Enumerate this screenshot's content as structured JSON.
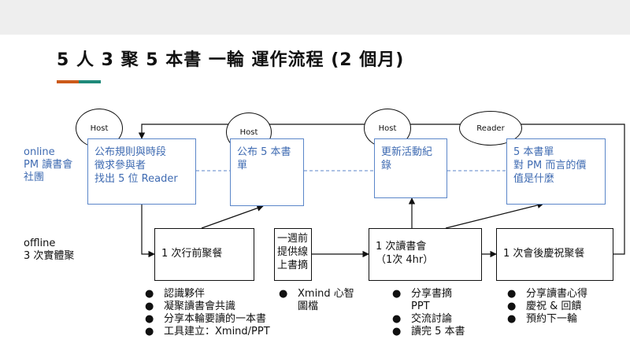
{
  "title": "5 人 3 聚 5 本書 一輪 運作流程 (2 個月)",
  "lanes": {
    "online": "online\nPM 讀書會\n社團",
    "offline": "offline\n3 次實體聚"
  },
  "ellipses": [
    "Host",
    "Host",
    "Host",
    "Reader"
  ],
  "online_boxes": [
    "公布規則與時段\n徵求參與者\n找出 5 位 Reader",
    "公布 5 本書\n單",
    "更新活動紀\n錄",
    "5 本書單\n對 PM 而言的價\n值是什麼"
  ],
  "offline_boxes": [
    "1 次行前聚餐",
    "一週前\n提供線\n上書摘",
    "1 次讀書會\n（1次 4hr）",
    "1 次會後慶祝聚餐"
  ],
  "bullet_dot": "●",
  "bullets": {
    "group1": [
      "認識夥伴",
      "凝聚讀書會共識",
      "分享本輪要讀的一本書",
      "工具建立：Xmind/PPT"
    ],
    "group2": [
      "Xmind 心智\n圖檔"
    ],
    "group3": [
      "分享書摘\nPPT",
      "交流討論",
      "讀完 5 本書"
    ],
    "group4": [
      "分享讀書心得",
      "慶祝 & 回饋",
      "預約下一輪"
    ]
  },
  "colors": {
    "online_blue": "#3f6bb2",
    "online_border": "#5b86c9",
    "accent_orange": "#cc5a1a",
    "accent_teal": "#1f8a7a",
    "topbar_gray": "#eeeeee"
  }
}
